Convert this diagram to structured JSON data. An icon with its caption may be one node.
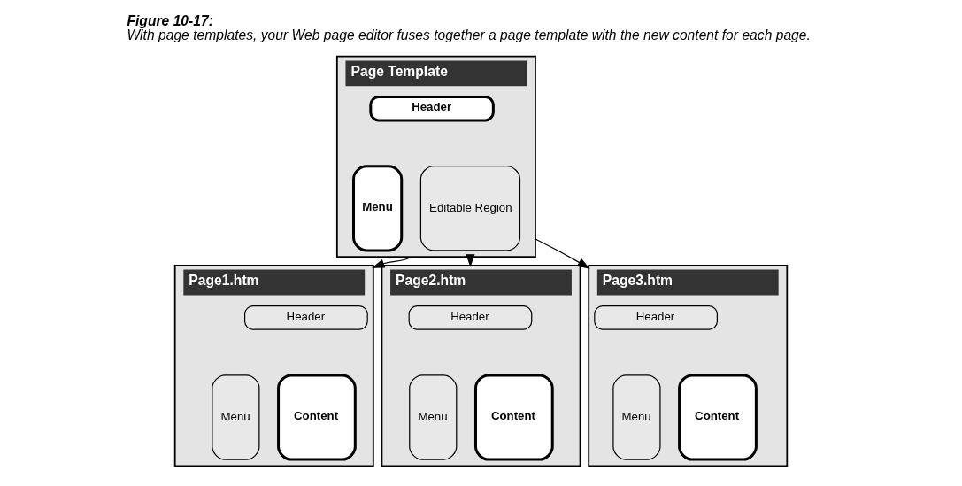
{
  "diagram": {
    "title": "Figure 10-17:",
    "caption": "With page templates, your Web page editor fuses together a page template with the new content for each page.",
    "nodes": [
      {
        "text": [
          "Page Template"
        ]
      },
      {
        "text": [
          "Header"
        ],
        "in": 0
      },
      {
        "text": [
          "Menu"
        ],
        "in": 0
      },
      {
        "text": [
          "Editable Region"
        ],
        "in": 0
      },
      {
        "text": [
          "Page1.htm"
        ]
      },
      {
        "text": [
          "Header"
        ],
        "in": 4
      },
      {
        "text": [
          "Menu"
        ],
        "in": 4
      },
      {
        "text": [
          "Content"
        ],
        "in": 4
      },
      {
        "text": [
          "Page2.htm"
        ]
      },
      {
        "text": [
          "Header"
        ],
        "in": 8
      },
      {
        "text": [
          "Menu"
        ],
        "in": 8
      },
      {
        "text": [
          "Content"
        ],
        "in": 8
      },
      {
        "text": [
          "Page3.htm"
        ]
      },
      {
        "text": [
          "Header"
        ],
        "in": 12
      },
      {
        "text": [
          "Menu"
        ],
        "in": 12
      },
      {
        "text": [
          "Content"
        ],
        "in": 12
      }
    ],
    "edges": [
      {
        "from": 0,
        "to": 4,
        "arrow": "to"
      },
      {
        "from": 0,
        "to": 8,
        "arrow": "to"
      },
      {
        "from": 0,
        "to": 12,
        "arrow": "to"
      }
    ]
  }
}
